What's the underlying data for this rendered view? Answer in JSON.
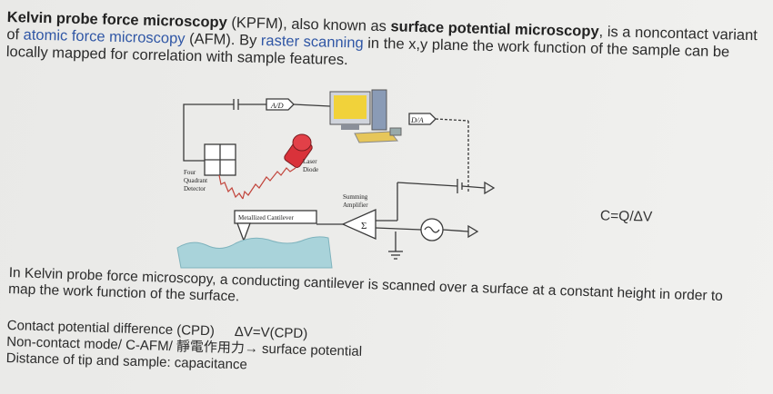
{
  "intro": {
    "term1": "Kelvin probe force microscopy",
    "abbr1": " (KPFM)",
    "text1": ", also known as ",
    "term2": "surface potential microscopy",
    "text2": ", is a noncontact variant of ",
    "link1": "atomic force microscopy",
    "text3": " (AFM). By ",
    "link2": "raster scanning",
    "text4": " in the x,y plane the work function of the sample can be locally mapped for correlation with sample features."
  },
  "diagram": {
    "ad_label": "A/D",
    "da_label": "D/A",
    "detector_label": [
      "Four",
      "Quadrant",
      "Detector"
    ],
    "laser_label": [
      "Laser",
      "Diode"
    ],
    "cantilever_label": "Metallized Cantilever",
    "amplifier_label": [
      "Summing",
      "Amplifier"
    ],
    "sigma": "Σ",
    "colors": {
      "line": "#3a3a3a",
      "laser_body": "#d9323a",
      "monitor_screen": "#f1d23a",
      "sample": "#a9d3da",
      "beam": "#c2453c"
    }
  },
  "formula": "C=Q/ΔV",
  "description": "In Kelvin probe force microscopy, a conducting cantilever is scanned over a surface at a constant height in order to map the work function of the surface.",
  "facts": {
    "line1_a": "Contact potential difference (CPD)",
    "line1_b": "ΔV=V(CPD)",
    "line2": "Non-contact mode/ C-AFM/ 靜電作用力→ surface potential",
    "line3": "Distance of tip and sample: capacitance"
  }
}
